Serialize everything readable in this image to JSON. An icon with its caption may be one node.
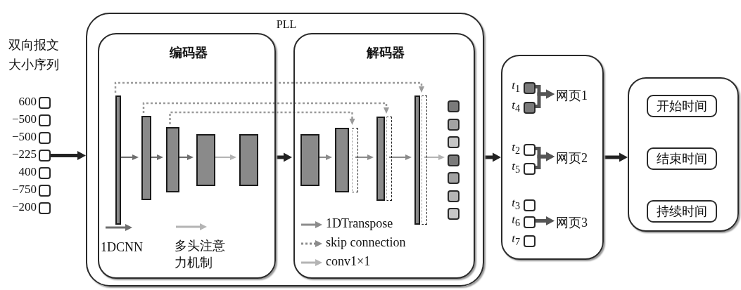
{
  "diagram": {
    "nodes": [
      {
        "text": [],
        "shape": "box",
        "beside": [
          "600"
        ]
      },
      {
        "text": [],
        "shape": "box",
        "beside": [
          "−500"
        ]
      },
      {
        "text": [],
        "shape": "box",
        "beside": [
          "−500"
        ]
      },
      {
        "text": [],
        "shape": "box",
        "beside": [
          "−225"
        ]
      },
      {
        "text": [],
        "shape": "box",
        "beside": [
          "400"
        ]
      },
      {
        "text": [],
        "shape": "box",
        "beside": [
          "−750"
        ]
      },
      {
        "text": [],
        "shape": "box",
        "beside": [
          "−200"
        ]
      },
      {
        "text": [
          "PLL"
        ]
      },
      {
        "text": [
          "编码器"
        ],
        "in": 7
      },
      {
        "text": [
          "解码器"
        ],
        "in": 7
      },
      {
        "text": [],
        "shape": "bar",
        "in": 8
      },
      {
        "text": [],
        "shape": "bar",
        "in": 8
      },
      {
        "text": [],
        "shape": "bar",
        "in": 8
      },
      {
        "text": [],
        "shape": "bar",
        "in": 8
      },
      {
        "text": [],
        "shape": "bar",
        "in": 8
      },
      {
        "text": [],
        "shape": "bar",
        "in": 9
      },
      {
        "text": [],
        "shape": "bar",
        "in": 9
      },
      {
        "text": [],
        "shape": "bar",
        "in": 9
      },
      {
        "text": [],
        "shape": "bar",
        "in": 9
      },
      {
        "text": [],
        "shape": "box",
        "in": 9
      },
      {
        "text": [],
        "shape": "box",
        "in": 9
      },
      {
        "text": [],
        "shape": "box",
        "in": 9
      },
      {
        "text": [],
        "shape": "box",
        "in": 9
      },
      {
        "text": [],
        "shape": "box",
        "in": 9
      },
      {
        "text": [],
        "shape": "box",
        "in": 9
      },
      {
        "text": [],
        "shape": "box",
        "in": 9
      },
      {
        "text": [],
        "shape": "box",
        "in": 9
      },
      {
        "text": [],
        "shape": "box",
        "in": 9
      },
      {
        "text": [],
        "shape": "box",
        "in": 9
      },
      {
        "text": [],
        "shape": "box"
      },
      {
        "text": [],
        "shape": "box",
        "in": 29,
        "beside": [
          "*t*$_{1}$"
        ]
      },
      {
        "text": [],
        "shape": "box",
        "in": 29,
        "beside": [
          "*t*$_{4}$"
        ]
      },
      {
        "text": [],
        "shape": "box",
        "in": 29,
        "beside": [
          "*t*$_{2}$"
        ]
      },
      {
        "text": [],
        "shape": "box",
        "in": 29,
        "beside": [
          "*t*$_{5}$"
        ]
      },
      {
        "text": [],
        "shape": "box",
        "in": 29,
        "beside": [
          "*t*$_{3}$"
        ]
      },
      {
        "text": [],
        "shape": "box",
        "in": 29,
        "beside": [
          "*t*$_{6}$"
        ]
      },
      {
        "text": [],
        "shape": "box",
        "in": 29,
        "beside": [
          "*t*$_{7}$"
        ]
      },
      {
        "text": [
          "网页1"
        ],
        "in": 29
      },
      {
        "text": [
          "网页2"
        ],
        "in": 29
      },
      {
        "text": [
          "网页3"
        ],
        "in": 29
      },
      {
        "text": [],
        "shape": "box"
      },
      {
        "text": [
          "开始时间"
        ],
        "in": 40
      },
      {
        "text": [
          "结束时间"
        ],
        "in": 40
      },
      {
        "text": [
          "持续时间"
        ],
        "in": 40
      }
    ],
    "edges": [
      {
        "from": 3,
        "to": 7,
        "arrow": "to",
        "style": "thick"
      },
      {
        "from": 10,
        "to": 11,
        "arrow": "to",
        "color": "#6e6e6e"
      },
      {
        "from": 11,
        "to": 12,
        "arrow": "to",
        "color": "#6e6e6e"
      },
      {
        "from": 12,
        "to": 13,
        "arrow": "to",
        "color": "#6e6e6e"
      },
      {
        "from": 13,
        "to": 14,
        "arrow": "to",
        "color": "#b4b4b4"
      },
      {
        "from": 10,
        "to": 21,
        "arrow": "to",
        "style": "dashed",
        "color": "#9a9a9a"
      },
      {
        "from": 11,
        "to": 20,
        "arrow": "to",
        "style": "dashed",
        "color": "#9a9a9a"
      },
      {
        "from": 12,
        "to": 19,
        "arrow": "to",
        "style": "dashed",
        "color": "#9a9a9a"
      },
      {
        "from": 8,
        "to": 9,
        "arrow": "to",
        "style": "thick"
      },
      {
        "from": 15,
        "to": 16,
        "arrow": "to",
        "color": "#8c8c8c"
      },
      {
        "from": 19,
        "to": 17,
        "arrow": "to",
        "color": "#8c8c8c"
      },
      {
        "from": 20,
        "to": 18,
        "arrow": "to",
        "color": "#8c8c8c"
      },
      {
        "from": 21,
        "to": 25,
        "arrow": "to",
        "color": "#b4b4b4"
      },
      {
        "from": 7,
        "to": 29,
        "arrow": "to",
        "style": "thick"
      },
      {
        "from": 30,
        "to": 37,
        "arrow": "to",
        "style": "thick",
        "color": "#555555"
      },
      {
        "from": 31,
        "to": 37,
        "arrow": "to",
        "style": "thick",
        "color": "#555555"
      },
      {
        "from": 32,
        "to": 38,
        "arrow": "to",
        "style": "thick",
        "color": "#555555"
      },
      {
        "from": 33,
        "to": 38,
        "arrow": "to",
        "style": "thick",
        "color": "#555555"
      },
      {
        "from": 35,
        "to": 39,
        "arrow": "to",
        "style": "thick",
        "color": "#555555"
      },
      {
        "from": 29,
        "to": 40,
        "arrow": "to",
        "style": "thick"
      }
    ],
    "labels": [
      "双向报文大小序列"
    ],
    "legend": [
      {
        "text": "1DCNN"
      },
      {
        "text": "多头注意力机制"
      },
      {
        "text": "1DTranspose"
      },
      {
        "text": "skip connection"
      },
      {
        "text": "conv1×1"
      }
    ]
  }
}
